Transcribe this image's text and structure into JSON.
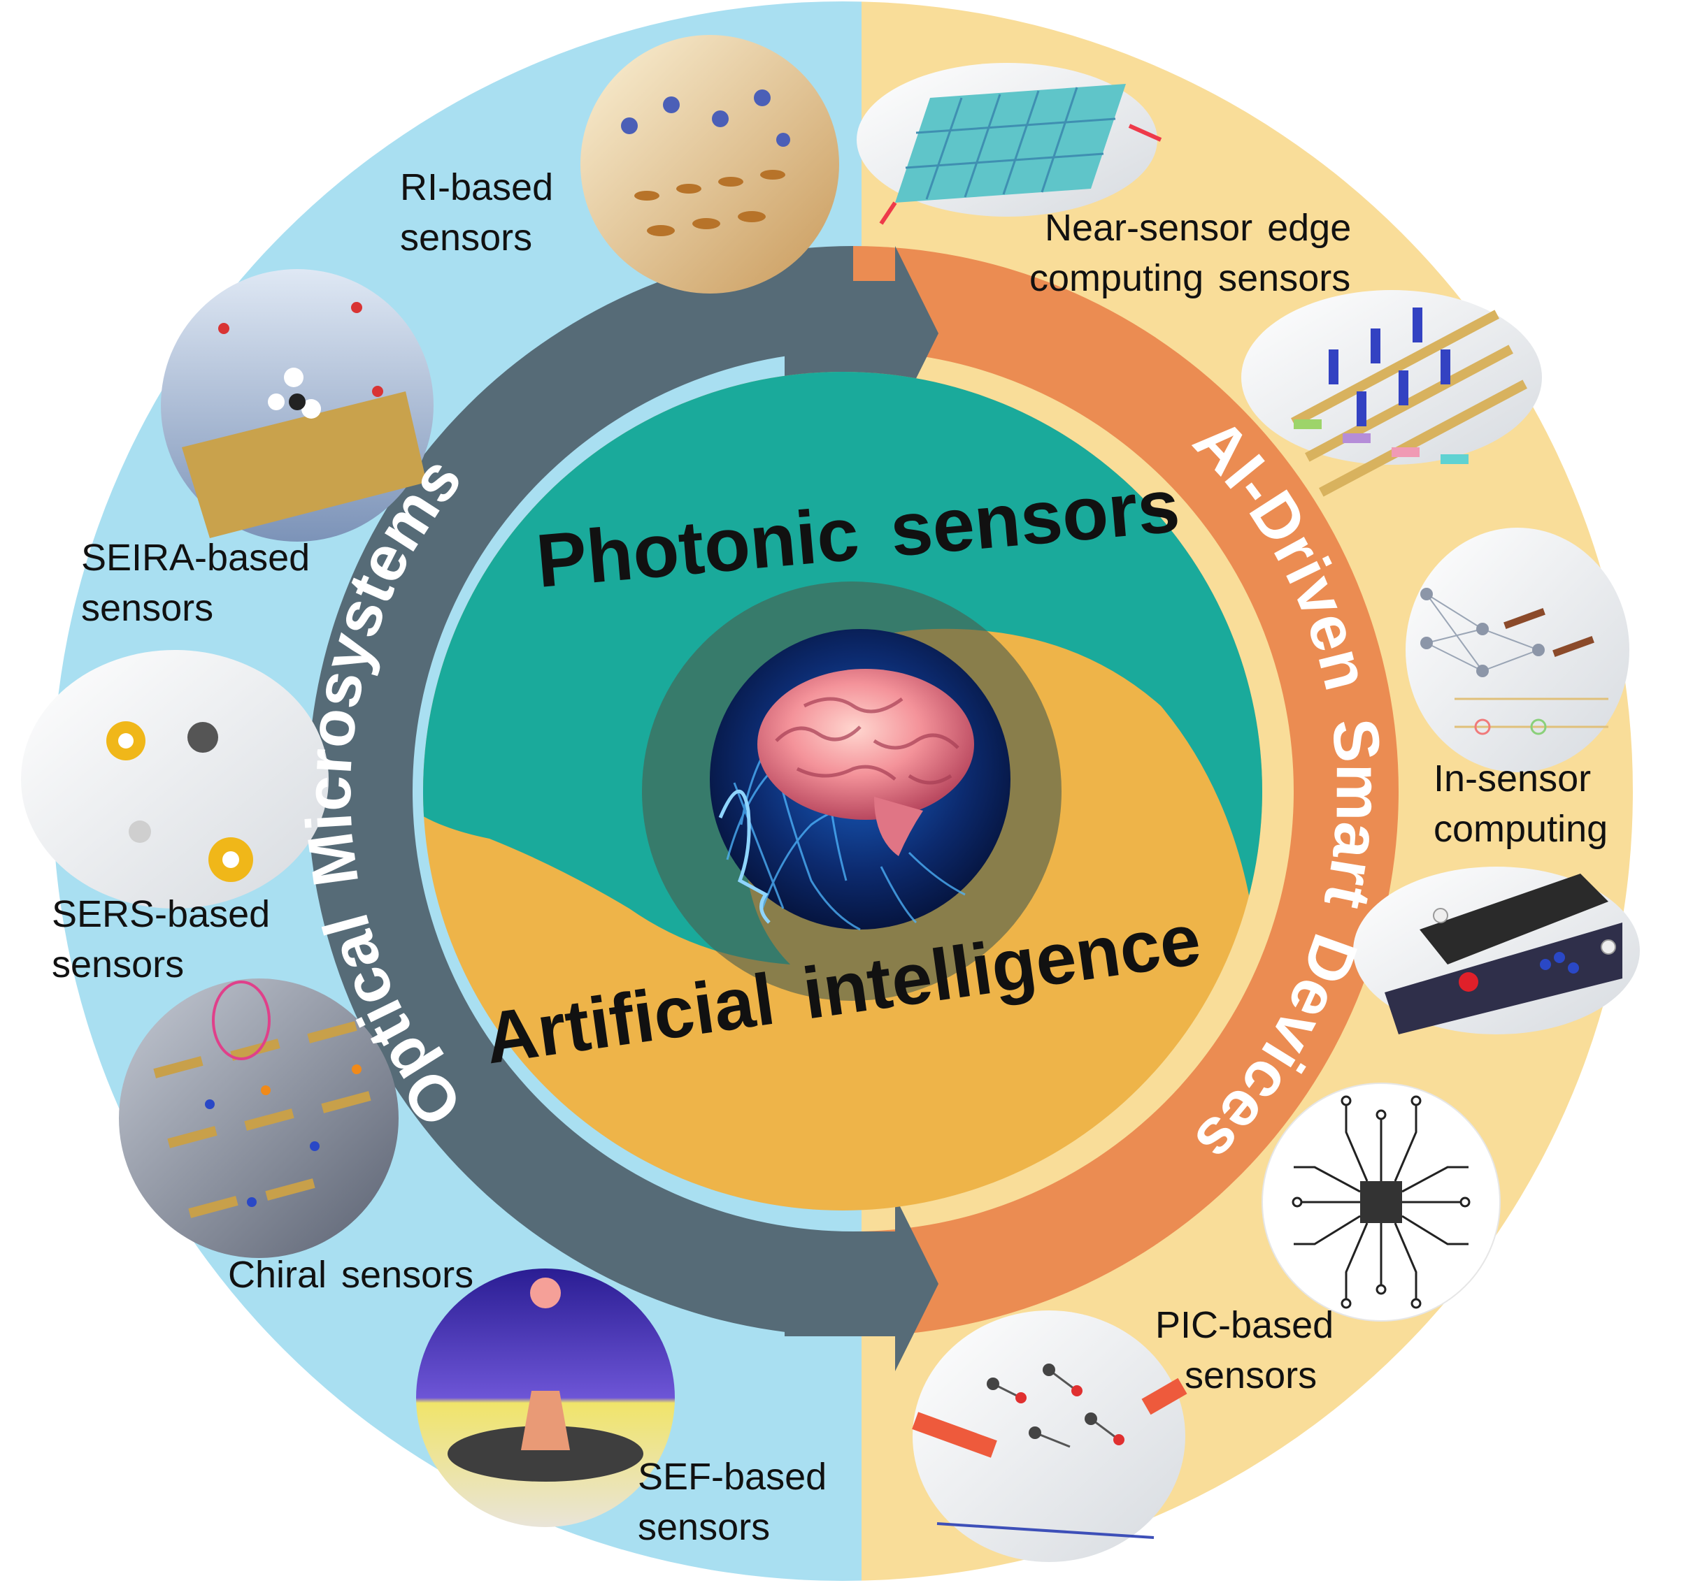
{
  "colors": {
    "left_background": "#a9dff1",
    "right_background": "#f9dd99",
    "left_ring": "#566b77",
    "right_ring": "#eb8c52",
    "teal_swirl": "#1aaa9b",
    "gold_swirl": "#eeb449",
    "center_disk": "#4a5e4e",
    "label_text": "#111111",
    "ring_text": "#ffffff"
  },
  "ring": {
    "left_title": "Optical Microsystems",
    "right_title": "AI-Driven Smart Devices"
  },
  "center": {
    "top_title": "Photonic sensors",
    "bottom_title": "Artificial intelligence",
    "icon": "brain-head-icon"
  },
  "left_sensors": [
    {
      "line1": "RI-based",
      "line2": "sensors"
    },
    {
      "line1": "SEIRA-based",
      "line2": "sensors"
    },
    {
      "line1": "SERS-based",
      "line2": "sensors"
    },
    {
      "line1": "Chiral sensors",
      "line2": ""
    },
    {
      "line1": "SEF-based",
      "line2": "sensors"
    }
  ],
  "right_sensors": [
    {
      "line1": "Near-sensor edge",
      "line2": "computing sensors"
    },
    {
      "line1": "In-sensor",
      "line2": "computing"
    },
    {
      "line1": "PIC-based",
      "line2": "sensors"
    }
  ]
}
